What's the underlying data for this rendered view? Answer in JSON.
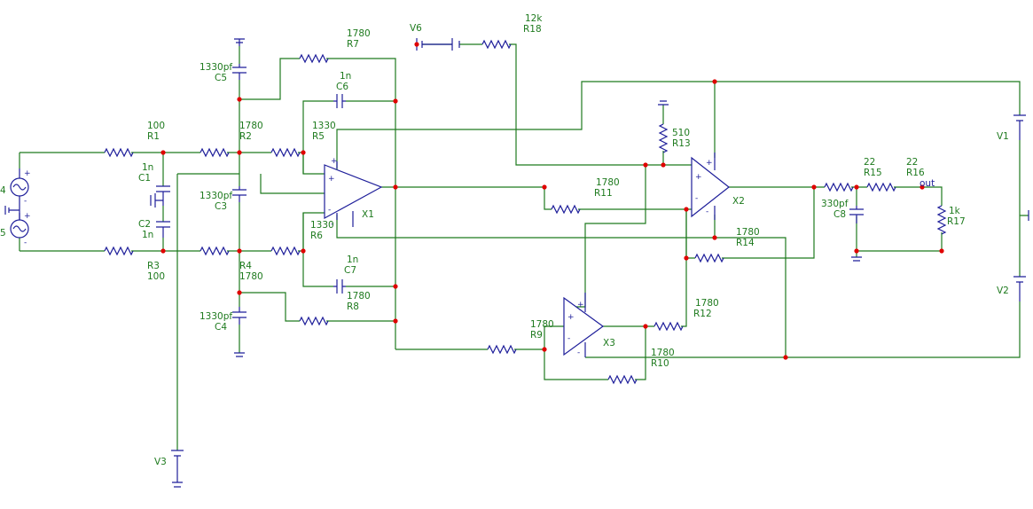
{
  "components": {
    "R1": {
      "ref": "R1",
      "value": "100"
    },
    "R2": {
      "ref": "R2",
      "value": "1780"
    },
    "R3": {
      "ref": "R3",
      "value": "100"
    },
    "R4": {
      "ref": "R4",
      "value": "1780"
    },
    "R5": {
      "ref": "R5",
      "value": "1330"
    },
    "R6": {
      "ref": "R6",
      "value": "1330"
    },
    "R7": {
      "ref": "R7",
      "value": "1780"
    },
    "R8": {
      "ref": "R8",
      "value": "1780"
    },
    "R9": {
      "ref": "R9",
      "value": "1780"
    },
    "R10": {
      "ref": "R10",
      "value": "1780"
    },
    "R11": {
      "ref": "R11",
      "value": "1780"
    },
    "R12": {
      "ref": "R12",
      "value": "1780"
    },
    "R13": {
      "ref": "R13",
      "value": "510"
    },
    "R14": {
      "ref": "R14",
      "value": "1780"
    },
    "R15": {
      "ref": "R15",
      "value": "22"
    },
    "R16": {
      "ref": "R16",
      "value": "22"
    },
    "R17": {
      "ref": "R17",
      "value": "1k"
    },
    "R18": {
      "ref": "R18",
      "value": "12k"
    },
    "C1": {
      "ref": "C1",
      "value": "1n"
    },
    "C2": {
      "ref": "C2",
      "value": "1n"
    },
    "C3": {
      "ref": "C3",
      "value": "1330pf"
    },
    "C4": {
      "ref": "C4",
      "value": "1330pf"
    },
    "C5": {
      "ref": "C5",
      "value": "1330pf"
    },
    "C6": {
      "ref": "C6",
      "value": "1n"
    },
    "C7": {
      "ref": "C7",
      "value": "1n"
    },
    "C8": {
      "ref": "C8",
      "value": "330pf"
    },
    "X1": {
      "ref": "X1"
    },
    "X2": {
      "ref": "X2"
    },
    "X3": {
      "ref": "X3"
    },
    "V1": {
      "ref": "V1"
    },
    "V2": {
      "ref": "V2"
    },
    "V3": {
      "ref": "V3"
    },
    "V4": {
      "ref": "4"
    },
    "V5": {
      "ref": "5"
    },
    "V6": {
      "ref": "V6"
    }
  },
  "net_labels": {
    "out": "out"
  },
  "signs": {
    "plus": "+",
    "minus": "-"
  },
  "colors": {
    "wire": "#1e7a1e",
    "component": "#1e1e9a",
    "junction": "#e00000",
    "background": "#ffffff"
  }
}
